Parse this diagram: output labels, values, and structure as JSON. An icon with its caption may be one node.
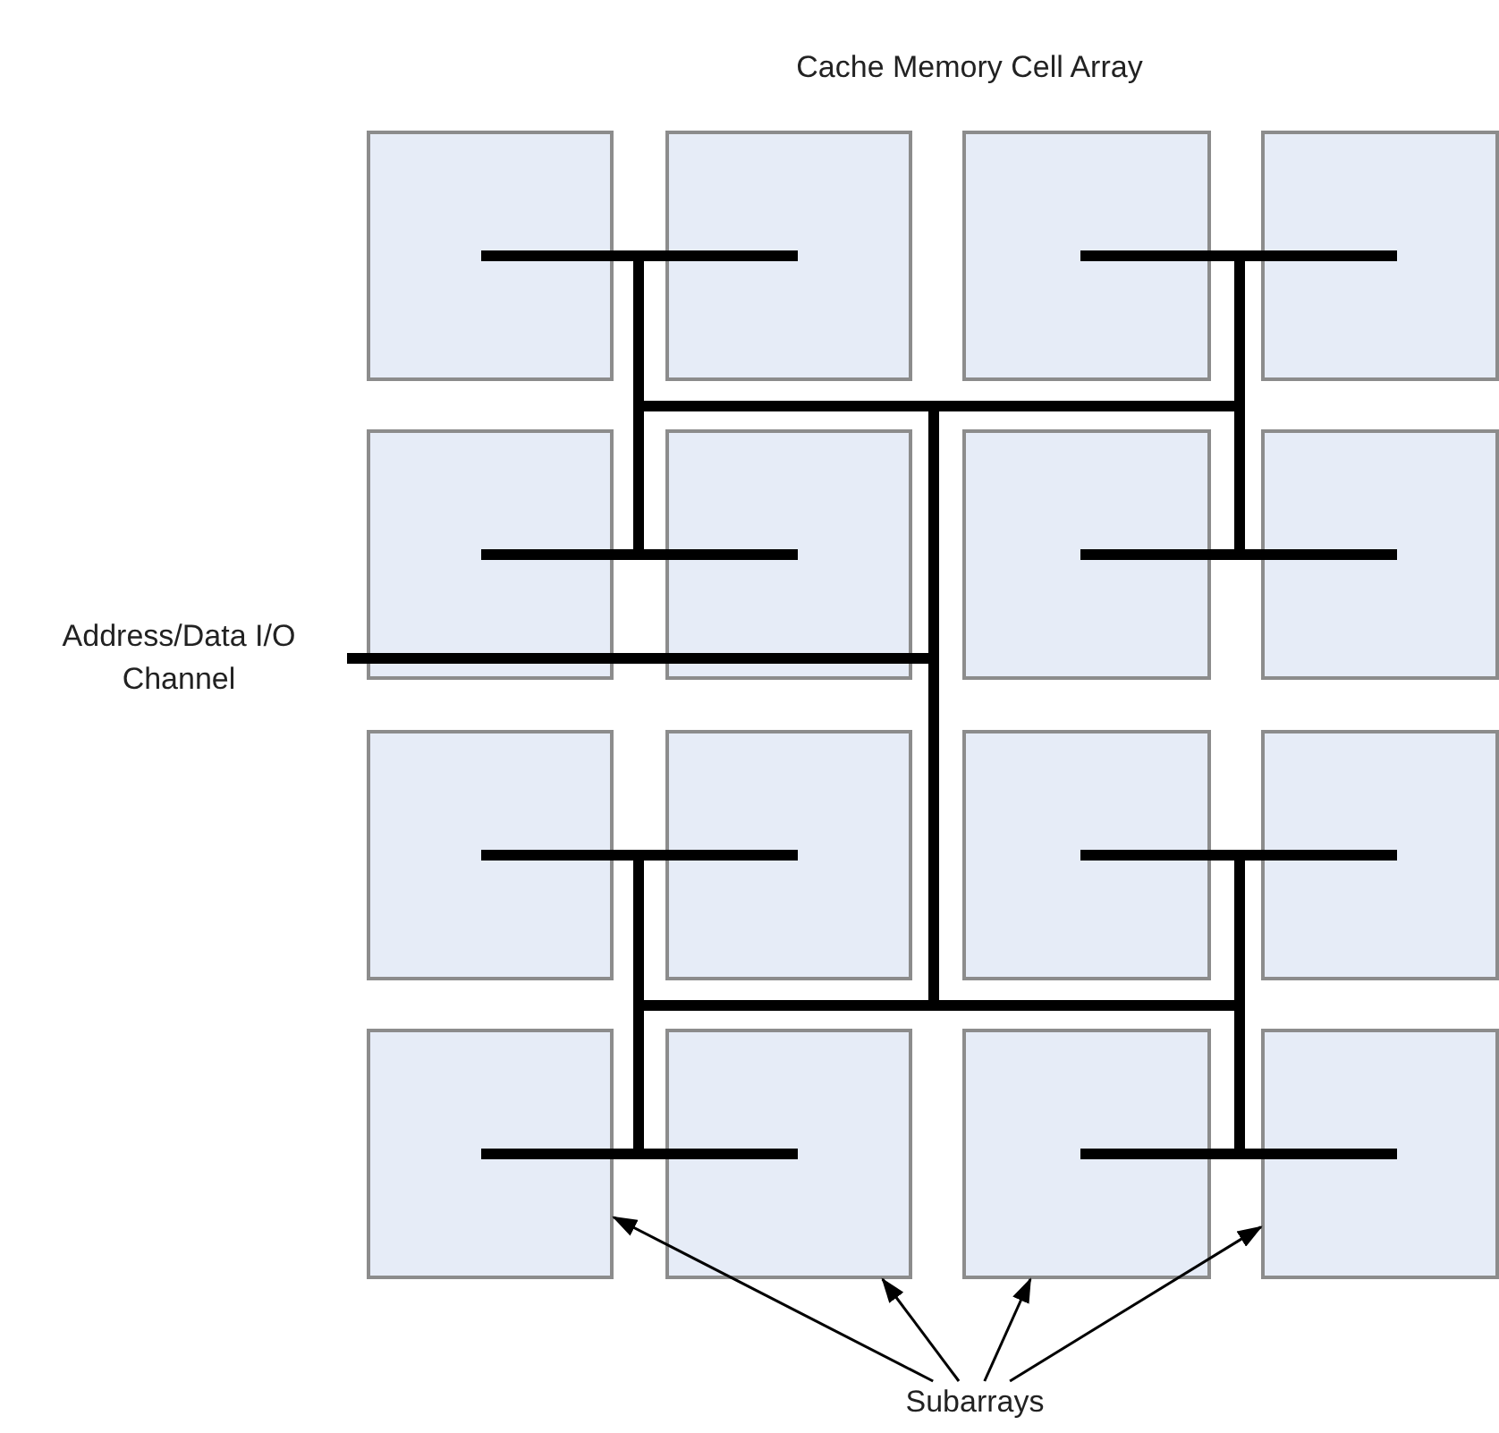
{
  "diagram": {
    "title": "Cache Memory Cell Array",
    "nodes": [
      {
        "text": [],
        "shape": "box"
      },
      {
        "text": [],
        "shape": "box"
      },
      {
        "text": [],
        "shape": "box"
      },
      {
        "text": [],
        "shape": "box"
      },
      {
        "text": [],
        "shape": "box"
      },
      {
        "text": [],
        "shape": "box"
      },
      {
        "text": [],
        "shape": "box"
      },
      {
        "text": [],
        "shape": "box"
      },
      {
        "text": [],
        "shape": "box"
      },
      {
        "text": [],
        "shape": "box"
      },
      {
        "text": [],
        "shape": "box"
      },
      {
        "text": [],
        "shape": "box"
      },
      {
        "text": [],
        "shape": "box"
      },
      {
        "text": [],
        "shape": "box"
      },
      {
        "text": [],
        "shape": "box"
      },
      {
        "text": [],
        "shape": "box"
      },
      {
        "text": [
          "Address/Data I/O Channel"
        ]
      },
      {
        "text": [
          "Subarrays"
        ]
      }
    ],
    "edges": [
      {
        "from": 16,
        "to": null,
        "arrow": "none",
        "style": "thick"
      },
      {
        "from": 17,
        "to": 12,
        "arrow": "to"
      },
      {
        "from": 17,
        "to": 13,
        "arrow": "to"
      },
      {
        "from": 17,
        "to": 14,
        "arrow": "to"
      },
      {
        "from": 17,
        "to": 15,
        "arrow": "to"
      }
    ]
  }
}
